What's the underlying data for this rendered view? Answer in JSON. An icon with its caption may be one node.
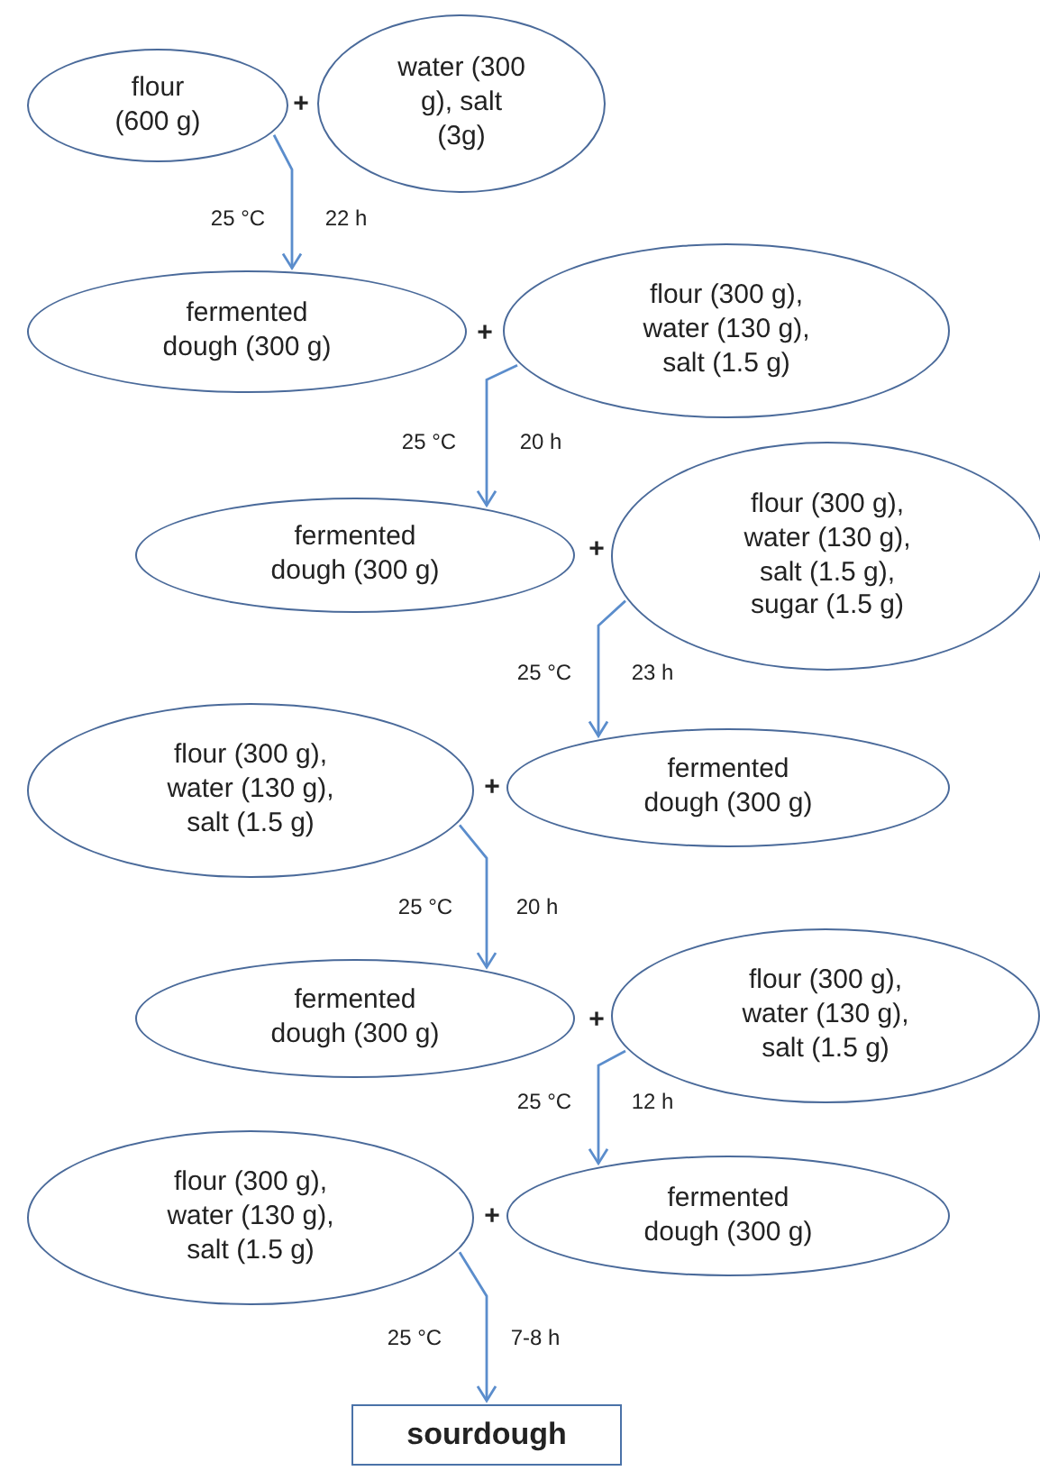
{
  "diagram": {
    "nodes": [
      {
        "text": [
          "flour (600 g)"
        ]
      },
      {
        "text": [
          "water (300 g), salt (3g)"
        ]
      },
      {
        "text": [
          "fermented dough (300 g)"
        ]
      },
      {
        "text": [
          "flour (300 g), water (130 g), salt (1.5 g)"
        ]
      },
      {
        "text": [
          "fermented dough (300 g)"
        ]
      },
      {
        "text": [
          "flour (300 g), water (130 g), salt (1.5 g), sugar (1.5 g)"
        ]
      },
      {
        "text": [
          "flour (300 g), water (130 g), salt (1.5 g)"
        ]
      },
      {
        "text": [
          "fermented dough (300 g)"
        ]
      },
      {
        "text": [
          "fermented dough (300 g)"
        ]
      },
      {
        "text": [
          "flour (300 g), water (130 g), salt (1.5 g)"
        ]
      },
      {
        "text": [
          "flour (300 g), water (130 g), salt (1.5 g)"
        ]
      },
      {
        "text": [
          "fermented dough (300 g)"
        ]
      },
      {
        "text": [
          "sourdough"
        ]
      }
    ],
    "edges": [
      {
        "from": 0,
        "to": 2,
        "arrow": "to"
      },
      {
        "from": 3,
        "to": 4,
        "arrow": "to"
      },
      {
        "from": 5,
        "to": 7,
        "arrow": "to"
      },
      {
        "from": 6,
        "to": 8,
        "arrow": "to"
      },
      {
        "from": 9,
        "to": 11,
        "arrow": "to"
      },
      {
        "from": 10,
        "to": 12,
        "arrow": "to"
      }
    ],
    "labels": [
      "+",
      "25 °C",
      "22 h",
      "+",
      "25 °C",
      "20 h",
      "+",
      "25 °C",
      "23 h",
      "+",
      "25 °C",
      "20 h",
      "+",
      "25 °C",
      "12 h",
      "+",
      "25 °C",
      "7-8 h"
    ]
  }
}
